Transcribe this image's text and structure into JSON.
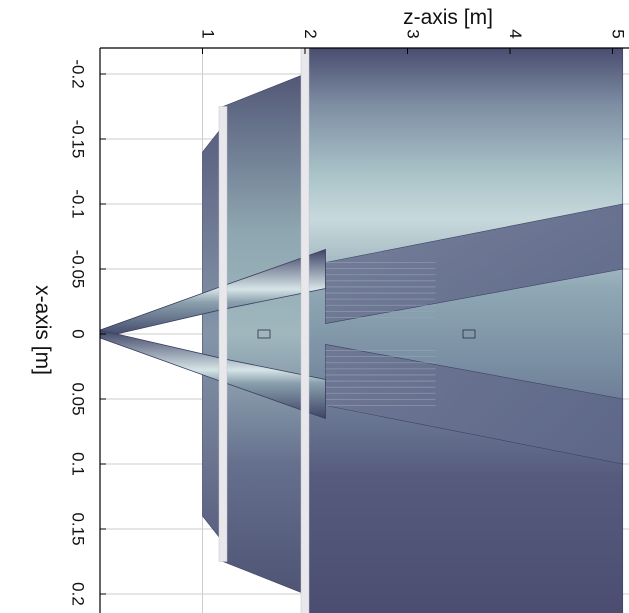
{
  "chart_data": {
    "type": "area",
    "title": "",
    "xlabel": "z-axis [m]",
    "ylabel": "x-axis [m]",
    "x_ticks": [
      1,
      2,
      3,
      4,
      5
    ],
    "y_ticks": [
      -0.2,
      -0.15,
      -0.1,
      -0.05,
      0,
      0.05,
      0.1,
      0.15,
      0.2
    ],
    "x_tick_labels": [
      "1",
      "2",
      "3",
      "4",
      "5"
    ],
    "y_tick_labels": [
      "-0.2",
      "-0.15",
      "-0.1",
      "-0.05",
      "0",
      "0.05",
      "0.1",
      "0.15",
      "0.2"
    ],
    "xlim": [
      0,
      5.1
    ],
    "ylim": [
      -0.22,
      0.22
    ],
    "grid": true,
    "orientation": "rotated-90",
    "colors": {
      "body_dark": "#4a4d70",
      "body_mid": "#6f7d95",
      "body_light": "#b7cdd0",
      "plate": "#e8e8ec",
      "gridline": "#cccccc",
      "frame": "#000000"
    },
    "beams": [
      {
        "z": [
          0,
          1.2,
          2.2
        ],
        "x": [
          0,
          -0.028,
          -0.05
        ]
      },
      {
        "z": [
          0,
          1.2,
          2.2
        ],
        "x": [
          0,
          0.028,
          0.05
        ]
      }
    ],
    "chambers": [
      {
        "z_start": 1.0,
        "z_end": 1.2,
        "x_half_start": 0.14,
        "x_half_end": 0.16
      },
      {
        "z_start": 1.2,
        "z_end": 2.0,
        "x_half_start": 0.175,
        "x_half_end": 0.2
      },
      {
        "z_start": 2.0,
        "z_end": 5.1,
        "x_half_start": 0.22,
        "x_half_end": 0.22
      }
    ],
    "cones": [
      {
        "z": [
          2.2,
          5.1
        ],
        "x_outer": [
          -0.055,
          -0.1
        ],
        "x_inner": [
          -0.008,
          -0.05
        ]
      },
      {
        "z": [
          2.2,
          5.1
        ],
        "x_outer": [
          0.055,
          0.1
        ],
        "x_inner": [
          0.008,
          0.05
        ]
      }
    ],
    "plates": [
      1.2,
      2.0
    ],
    "markers": [
      {
        "z": 1.6,
        "x": 0
      },
      {
        "z": 3.6,
        "x": 0
      }
    ]
  }
}
